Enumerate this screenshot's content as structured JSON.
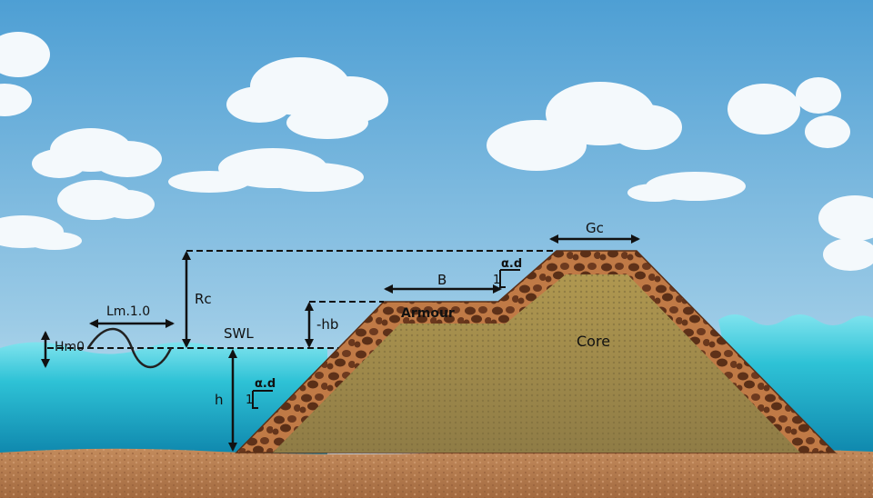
{
  "labels": {
    "gc": "Gc",
    "rc": "Rc",
    "b": "B",
    "alpha_d": "α.d",
    "one": "1",
    "armour": "Armour",
    "lm": "Lm.1.0",
    "hb": "-hb",
    "swl": "SWL",
    "hm0": "Hm0",
    "core": "Core",
    "h": "h"
  },
  "colors": {
    "sky_top": "#4e9fd4",
    "sky_bottom": "#cfe7f3",
    "sea": "#2ec2d6",
    "sea_deep": "#1694b8",
    "armour": "#7a4326",
    "armour_rock": "#c77a45",
    "core": "#a08a4e",
    "seabed": "#b57a4c",
    "line": "#111111"
  }
}
